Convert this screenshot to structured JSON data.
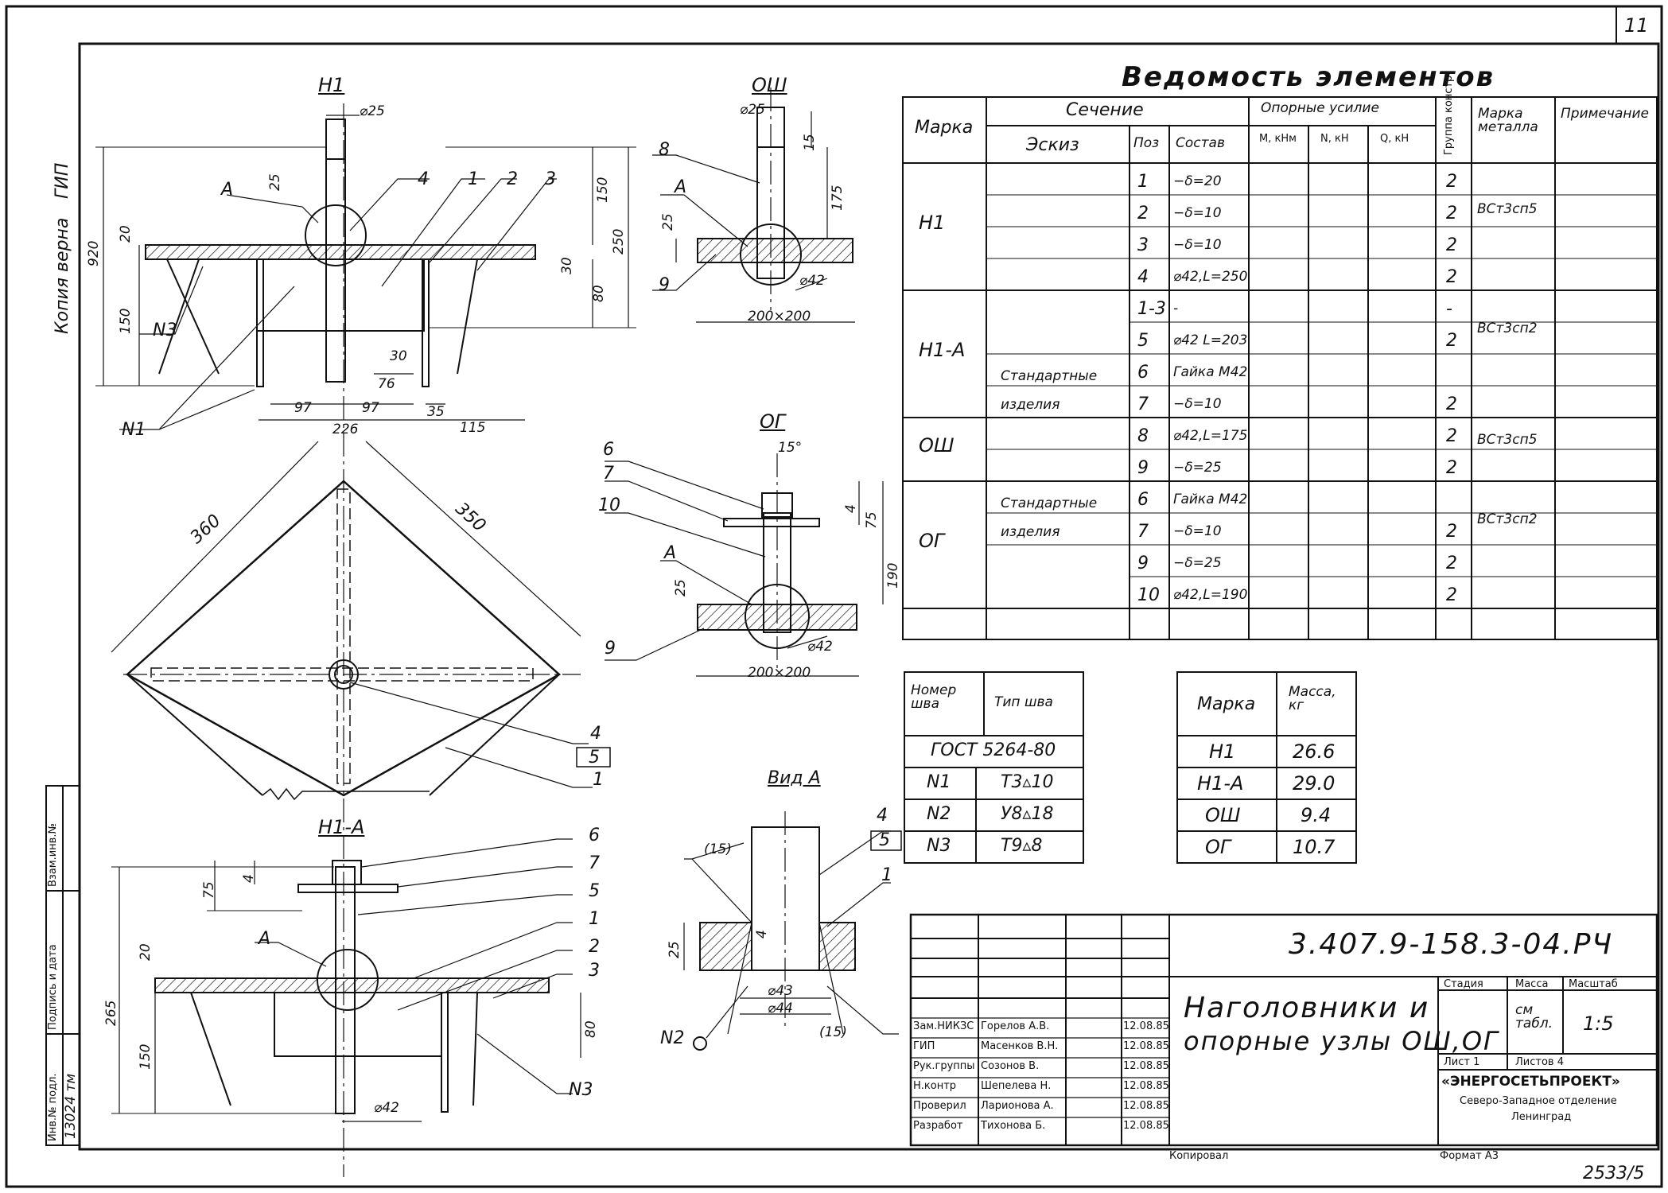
{
  "sheet": {
    "page_number": "11",
    "copy_note": "Копия верна",
    "gip_label": "ГИП",
    "side_stamp": [
      "Инв.№ подл.",
      "Подпись и дата",
      "Взам.инв.№"
    ],
    "inventory_number": "13024 тм",
    "corner_number": "2533/5",
    "copied_label": "Копировал",
    "format_label": "Формат А3"
  },
  "views": {
    "n1": "Н1",
    "osh": "ОШ",
    "og": "ОГ",
    "n1a": "Н1-А",
    "view_a": "Вид А"
  },
  "dims": {
    "n1_d25": "⌀25",
    "n1_25": "25",
    "n1_20": "20",
    "n1_920": "920",
    "n1_150l": "150",
    "n1_150": "150",
    "n1_250": "250",
    "n1_30v": "30",
    "n1_80": "80",
    "n1_30": "30",
    "n1_76": "76",
    "n1_97a": "97",
    "n1_97b": "97",
    "n1_35": "35",
    "n1_115": "115",
    "n1_226": "226",
    "plan_360": "360",
    "plan_350": "350",
    "osh_d25": "⌀25",
    "osh_15": "15",
    "osh_175": "175",
    "osh_25": "25",
    "osh_d42": "⌀42",
    "osh_200": "200×200",
    "og_15": "15°",
    "og_4": "4",
    "og_75": "75",
    "og_190": "190",
    "og_25": "25",
    "og_d42": "⌀42",
    "og_200": "200×200",
    "n1a_75": "75",
    "n1a_4": "4",
    "n1a_265": "265",
    "n1a_20": "20",
    "n1a_150": "150",
    "n1a_80": "80",
    "n1a_d42": "⌀42",
    "va_15a": "(15)",
    "va_25": "25",
    "va_4": "4",
    "va_d43": "⌀43",
    "va_d44": "⌀44",
    "va_15b": "(15)"
  },
  "callouts": {
    "A": "А",
    "N1": "N1",
    "N2": "N2",
    "N3": "N3",
    "p1": "1",
    "p2": "2",
    "p3": "3",
    "p4": "4",
    "p5": "5",
    "p6": "6",
    "p7": "7",
    "p8": "8",
    "p9": "9",
    "p10": "10"
  },
  "elements_table": {
    "title": "Ведомость элементов",
    "headers": {
      "mark": "Марка",
      "section": "Сечение",
      "sketch": "Эскиз",
      "pos": "Поз",
      "composition": "Состав",
      "forces": "Опорные усилие",
      "m": "М, кНм",
      "n": "N, кН",
      "q": "Q, кН",
      "group": "Группа констр",
      "steel": "Марка металла",
      "note": "Примечание"
    },
    "std_items": "Стандартные изделия",
    "rows": [
      {
        "mark": "Н1",
        "pos": "1",
        "comp": "−δ=20",
        "group": "2",
        "steel": "ВСт3сп5"
      },
      {
        "mark": "",
        "pos": "2",
        "comp": "−δ=10",
        "group": "2",
        "steel": ""
      },
      {
        "mark": "",
        "pos": "3",
        "comp": "−δ=10",
        "group": "2",
        "steel": ""
      },
      {
        "mark": "",
        "pos": "4",
        "comp": "⌀42,L=250",
        "group": "2",
        "steel": ""
      },
      {
        "mark": "Н1-А",
        "pos": "1-3",
        "comp": "-",
        "group": "-",
        "steel": "ВСт3сп2"
      },
      {
        "mark": "",
        "pos": "5",
        "comp": "⌀42 L=203",
        "group": "2",
        "steel": ""
      },
      {
        "mark": "",
        "pos": "6",
        "comp": "Гайка М42",
        "group": "",
        "steel": ""
      },
      {
        "mark": "",
        "pos": "7",
        "comp": "−δ=10",
        "group": "2",
        "steel": ""
      },
      {
        "mark": "ОШ",
        "pos": "8",
        "comp": "⌀42,L=175",
        "group": "2",
        "steel": "ВСт3сп5"
      },
      {
        "mark": "",
        "pos": "9",
        "comp": "−δ=25",
        "group": "2",
        "steel": ""
      },
      {
        "mark": "ОГ",
        "pos": "6",
        "comp": "Гайка М42",
        "group": "",
        "steel": "ВСт3сп2"
      },
      {
        "mark": "",
        "pos": "7",
        "comp": "−δ=10",
        "group": "2",
        "steel": ""
      },
      {
        "mark": "",
        "pos": "9",
        "comp": "−δ=25",
        "group": "2",
        "steel": ""
      },
      {
        "mark": "",
        "pos": "10",
        "comp": "⌀42,L=190",
        "group": "2",
        "steel": ""
      }
    ]
  },
  "weld_table": {
    "h_num": "Номер шва",
    "h_type": "Тип шва",
    "gost": "ГОСТ 5264-80",
    "rows": [
      {
        "num": "N1",
        "type": "Т3▵10"
      },
      {
        "num": "N2",
        "type": "У8▵18"
      },
      {
        "num": "N3",
        "type": "Т9▵8"
      }
    ]
  },
  "mass_table": {
    "h_mark": "Марка",
    "h_mass": "Масса, кг",
    "rows": [
      {
        "mark": "Н1",
        "mass": "26.6"
      },
      {
        "mark": "Н1-А",
        "mass": "29.0"
      },
      {
        "mark": "ОШ",
        "mass": "9.4"
      },
      {
        "mark": "ОГ",
        "mass": "10.7"
      }
    ]
  },
  "title_block": {
    "code": "3.407.9-158.3-04.РЧ",
    "name1": "Наголовники и",
    "name2": "опорные узлы ОШ,ОГ",
    "stage": "Стадия",
    "mass": "Масса",
    "scale": "Масштаб",
    "mass_value": "см табл.",
    "scale_value": "1:5",
    "sheet": "Лист 1",
    "sheets": "Листов 4",
    "org1": "«ЭНЕРГОСЕТЬПРОЕКТ»",
    "org2": "Северо-Западное отделение",
    "org3": "Ленинград",
    "staff": [
      {
        "role": "Зам.НИКЗС",
        "name": "Горелов А.В.",
        "date": "12.08.85"
      },
      {
        "role": "ГИП",
        "name": "Масенков В.Н.",
        "date": "12.08.85"
      },
      {
        "role": "Рук.группы",
        "name": "Созонов В.",
        "date": "12.08.85"
      },
      {
        "role": "Н.контр",
        "name": "Шепелева Н.",
        "date": "12.08.85"
      },
      {
        "role": "Проверил",
        "name": "Ларионова А.",
        "date": "12.08.85"
      },
      {
        "role": "Разработ",
        "name": "Тихонова Б.",
        "date": "12.08.85"
      }
    ]
  }
}
